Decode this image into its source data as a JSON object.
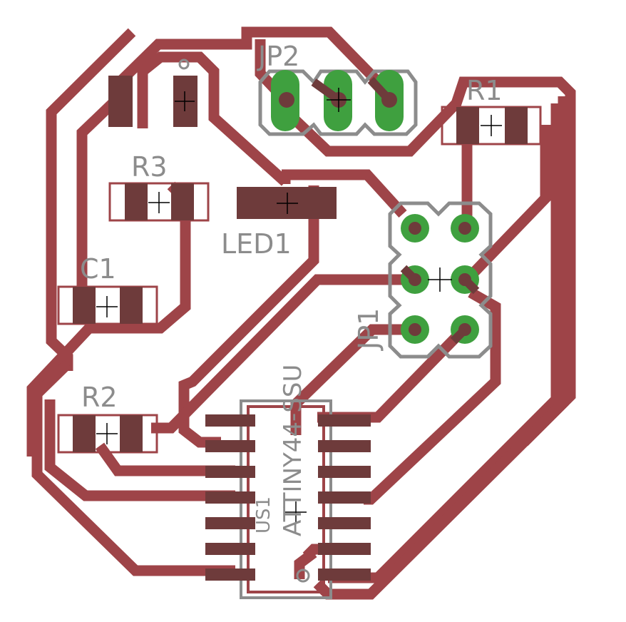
{
  "labels": {
    "jp2": "JP2",
    "r1": "R1",
    "r3": "R3",
    "led1": "LED1",
    "c1": "C1",
    "jp1": "JP1",
    "r2": "R2",
    "part_value": "ATTINY44-SSU",
    "part_name": "US1"
  },
  "colors": {
    "trace": "#9e4448",
    "pad": "#6e3b3b",
    "via": "#3fa03f",
    "silk": "#8c8c8c",
    "background": "#ffffff",
    "text": "#8c8c8c"
  }
}
